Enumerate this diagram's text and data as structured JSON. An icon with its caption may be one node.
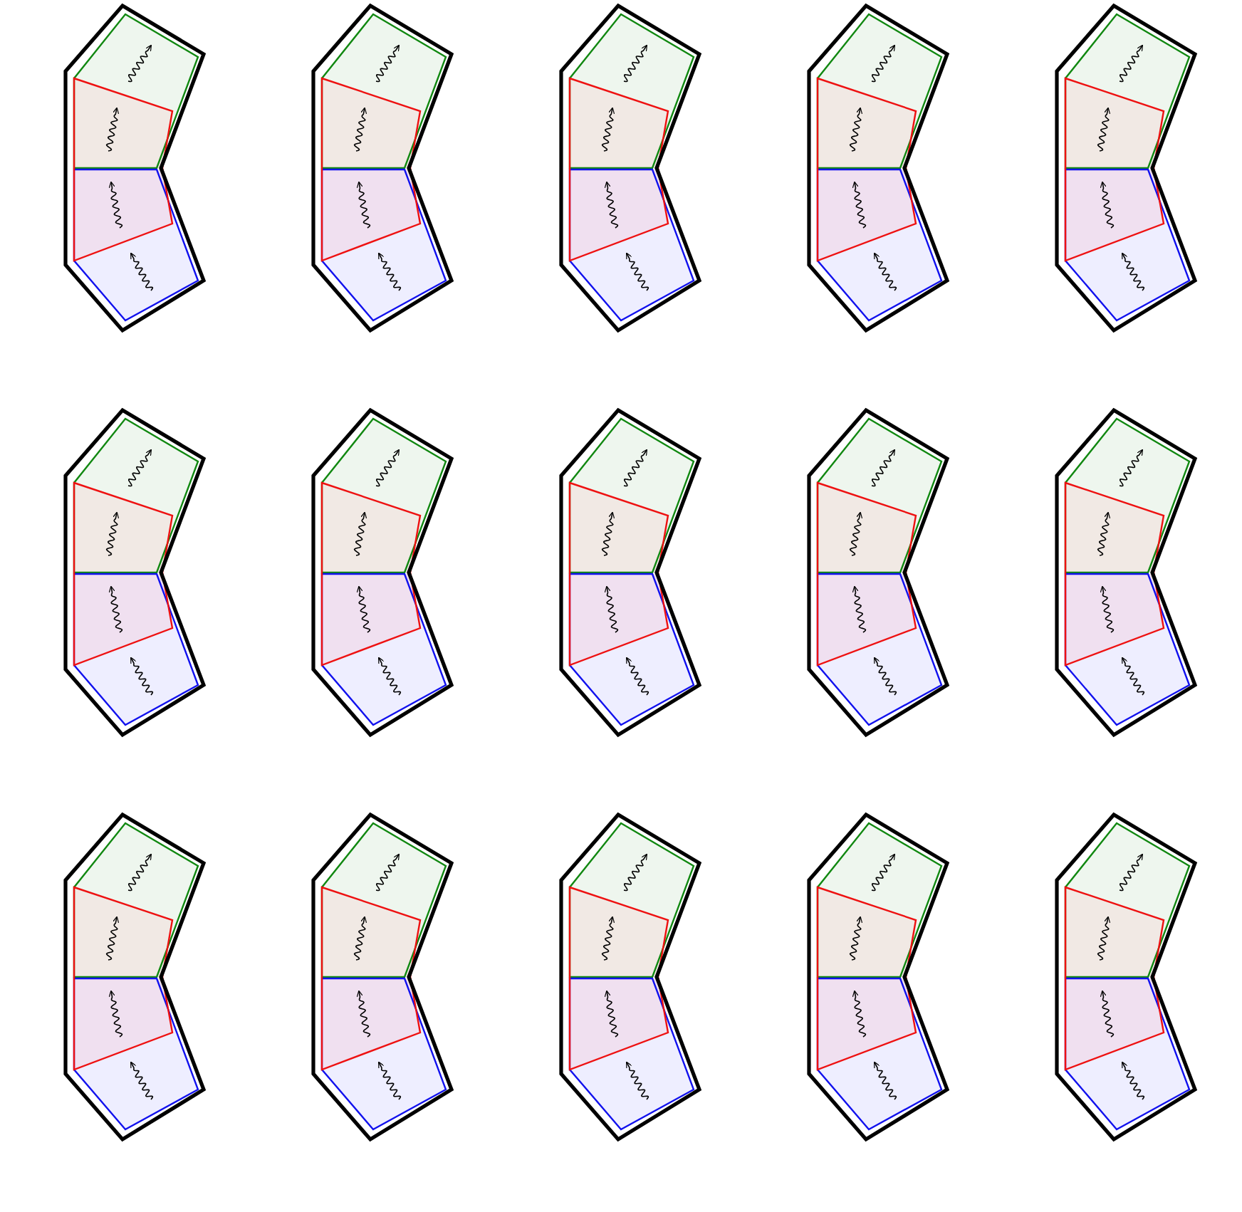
{
  "diagram": {
    "nodes": [
      {
        "text": [],
        "shape": "picture"
      },
      {
        "text": [],
        "shape": "picture"
      },
      {
        "text": [],
        "shape": "picture"
      },
      {
        "text": [],
        "shape": "picture"
      },
      {
        "text": [],
        "shape": "picture"
      },
      {
        "text": [],
        "shape": "picture"
      },
      {
        "text": [],
        "shape": "picture"
      },
      {
        "text": [],
        "shape": "picture"
      },
      {
        "text": [],
        "shape": "picture"
      },
      {
        "text": [],
        "shape": "picture"
      },
      {
        "text": [],
        "shape": "picture"
      },
      {
        "text": [],
        "shape": "picture"
      },
      {
        "text": [],
        "shape": "picture"
      },
      {
        "text": [],
        "shape": "picture"
      },
      {
        "text": [],
        "shape": "picture"
      }
    ]
  }
}
